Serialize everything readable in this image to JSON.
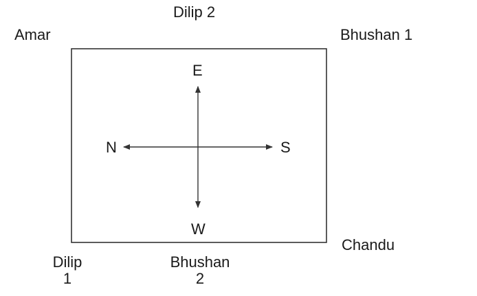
{
  "labels": {
    "dilip_2": "Dilip 2",
    "amar": "Amar",
    "bhushan_1": "Bhushan 1",
    "chandu": "Chandu",
    "dilip_1_line1": "Dilip",
    "dilip_1_line2": "1",
    "bhushan_2_line1": "Bhushan",
    "bhushan_2_line2": "2"
  },
  "compass": {
    "north": "N",
    "south": "S",
    "east": "E",
    "west": "W"
  },
  "colors": {
    "line": "#333333",
    "text": "#1a1a1a"
  }
}
